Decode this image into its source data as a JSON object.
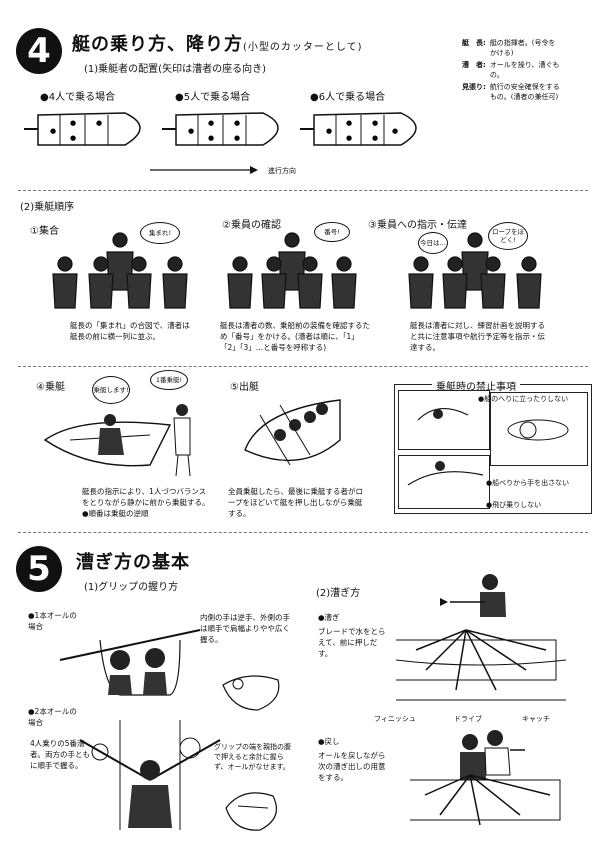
{
  "section4": {
    "number": "4",
    "title": "艇の乗り方、降り方",
    "title_note": "(小型のカッターとして)",
    "sub1": "(1)乗艇者の配置(矢印は漕者の座る向き)",
    "seat_labels": [
      "●4人で乗る場合",
      "●5人で乗る場合",
      "●6人で乗る場合"
    ],
    "direction_label": "進行方向",
    "roles": [
      {
        "name": "艇　長:",
        "desc": "艇の指揮者。(号令をかける)"
      },
      {
        "name": "漕　者:",
        "desc": "オールを操り、漕ぐもの。"
      },
      {
        "name": "見張り:",
        "desc": "航行の安全確保をするもの。(漕者の兼任可)"
      }
    ],
    "sub2": "(2)乗艇順序",
    "steps": [
      {
        "label": "①集合",
        "bubble": "集まれ!",
        "caption": "艇長の「集まれ」の合図で、漕者は艇長の前に横一列に並ぶ。"
      },
      {
        "label": "②乗員の確認",
        "bubble": "番号!",
        "caption": "艇長は漕者の数、乗船前の装備を確認するため「番号」をかける。(漕者は順に、「1」「2」「3」…と番号を呼称する)"
      },
      {
        "label": "③乗員への指示・伝達",
        "bubble": "今日は…",
        "bubble2": "ロープをほどく!",
        "caption": "艇長は漕者に対し、練習計画を説明すると共に注意事項や航行予定等を指示・伝達する。"
      },
      {
        "label": "④乗艇",
        "bubble": "乗艇します!",
        "bubble2": "1番乗艇!",
        "caption": "艇長の指示により、1人づつバランスをとりながら静かに前から乗艇する。●順番は乗艇の逆順"
      },
      {
        "label": "⑤出艇",
        "caption": "全員乗艇したら、最後に乗艇する者がロープをほどいて艇を押し出しながら乗艇する。"
      }
    ],
    "forbidden_title": "乗艇時の禁止事項",
    "forbidden": [
      "●船のへりに立ったりしない",
      "●船べりから手を出さない",
      "●飛び乗りしない"
    ]
  },
  "section5": {
    "number": "5",
    "title": "漕ぎ方の基本",
    "sub1": "(1)グリップの握り方",
    "one_oar_label": "●1本オールの場合",
    "one_oar_note": "内側の手は逆手、外側の手は順手で肩幅よりやや広く握る。",
    "two_oar_label": "●2本オールの場合",
    "two_oar_note": "4人乗りの5番漕者。両方の手ともに順手で握る。",
    "grip_note": "グリップの端を親指の腹で押えると余計に握らず、オールがなせます。",
    "sub2": "(2)漕ぎ方",
    "stroke_label": "●漕ぎ",
    "stroke_desc": "ブレードで水をとらえて、前に押しだす。",
    "phases": [
      "フィニッシュ",
      "ドライブ",
      "キャッチ"
    ],
    "return_label": "●戻し",
    "return_desc": "オールを戻しながら次の漕ぎ出しの用意をする。"
  }
}
